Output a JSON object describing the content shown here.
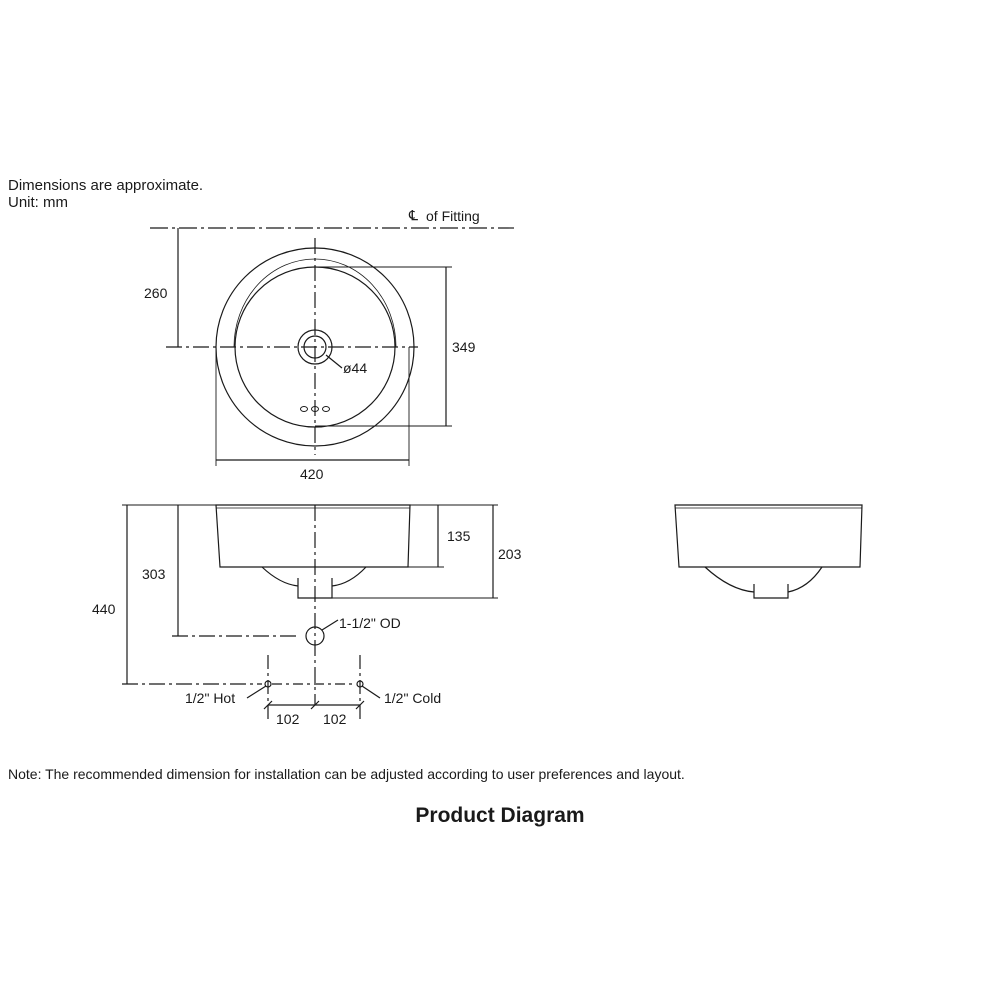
{
  "notes": {
    "line1": "Dimensions are approximate.",
    "line2": "Unit: mm"
  },
  "top_view": {
    "centerline_symbol": "℄",
    "centerline_label": "of Fitting",
    "dim_centerline_to_drain": "260",
    "dim_bowl_depth": "349",
    "dim_drain_diameter": "ø44",
    "dim_width": "420"
  },
  "front_view": {
    "dim_bowl_height": "135",
    "dim_total_height": "203",
    "dim_drain_to_outlet": "303",
    "dim_supply_height": "440",
    "label_outlet": "1-1/2\" OD",
    "label_hot": "1/2\" Hot",
    "label_cold": "1/2\" Cold",
    "dim_hot_spacing": "102",
    "dim_cold_spacing": "102"
  },
  "footer": {
    "note": "Note: The recommended dimension for installation can be adjusted according to user preferences and layout.",
    "title": "Product Diagram"
  },
  "colors": {
    "line": "#1a1a1a",
    "background": "#ffffff"
  }
}
